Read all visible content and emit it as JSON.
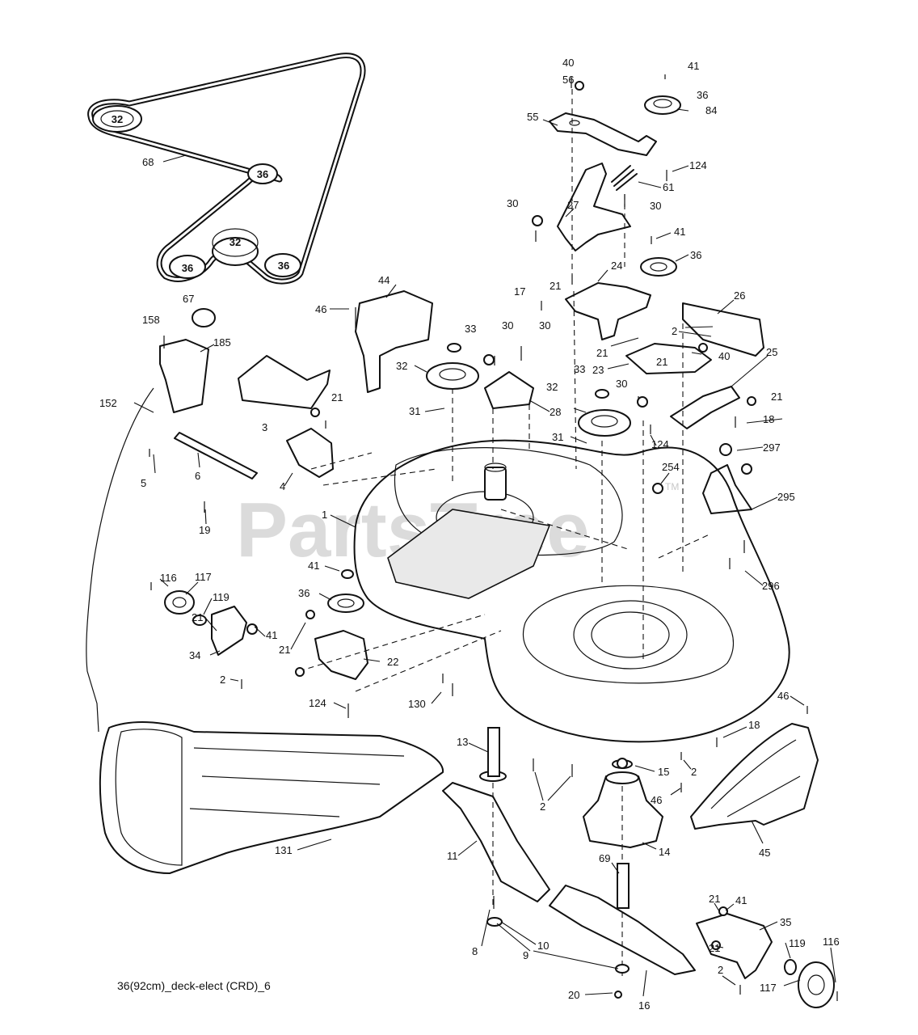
{
  "caption": "36(92cm)_deck-elect (CRD)_6",
  "watermark": {
    "text": "PartsTree",
    "trademark": "TM"
  },
  "belt_pulley_labels": [
    "32",
    "36",
    "32",
    "36",
    "36"
  ],
  "callouts": [
    {
      "id": "c40a",
      "text": "40"
    },
    {
      "id": "c41a",
      "text": "41"
    },
    {
      "id": "c56",
      "text": "56"
    },
    {
      "id": "c36a",
      "text": "36"
    },
    {
      "id": "c84",
      "text": "84"
    },
    {
      "id": "c55",
      "text": "55"
    },
    {
      "id": "c124a",
      "text": "124"
    },
    {
      "id": "c61",
      "text": "61"
    },
    {
      "id": "c30a",
      "text": "30"
    },
    {
      "id": "c27",
      "text": "27"
    },
    {
      "id": "c30b",
      "text": "30"
    },
    {
      "id": "c41b",
      "text": "41"
    },
    {
      "id": "c36b",
      "text": "36"
    },
    {
      "id": "c68",
      "text": "68"
    },
    {
      "id": "c67",
      "text": "67"
    },
    {
      "id": "c44",
      "text": "44"
    },
    {
      "id": "c46a",
      "text": "46"
    },
    {
      "id": "c17",
      "text": "17"
    },
    {
      "id": "c21a",
      "text": "21"
    },
    {
      "id": "c24",
      "text": "24"
    },
    {
      "id": "c26",
      "text": "26"
    },
    {
      "id": "c158",
      "text": "158"
    },
    {
      "id": "c185",
      "text": "185"
    },
    {
      "id": "c33a",
      "text": "33"
    },
    {
      "id": "c30c",
      "text": "30"
    },
    {
      "id": "c30d",
      "text": "30"
    },
    {
      "id": "c2a",
      "text": "2"
    },
    {
      "id": "c21b",
      "text": "21"
    },
    {
      "id": "c40b",
      "text": "40"
    },
    {
      "id": "c23",
      "text": "23"
    },
    {
      "id": "c32a",
      "text": "32"
    },
    {
      "id": "c21c",
      "text": "21"
    },
    {
      "id": "c25",
      "text": "25"
    },
    {
      "id": "c33b",
      "text": "33"
    },
    {
      "id": "c30e",
      "text": "30"
    },
    {
      "id": "c21d",
      "text": "21"
    },
    {
      "id": "c152",
      "text": "152"
    },
    {
      "id": "c3",
      "text": "3"
    },
    {
      "id": "c21e",
      "text": "21"
    },
    {
      "id": "c31a",
      "text": "31"
    },
    {
      "id": "c28",
      "text": "28"
    },
    {
      "id": "c32b",
      "text": "32"
    },
    {
      "id": "c18a",
      "text": "18"
    },
    {
      "id": "c31b",
      "text": "31"
    },
    {
      "id": "c124b",
      "text": "124"
    },
    {
      "id": "c297",
      "text": "297"
    },
    {
      "id": "c5",
      "text": "5"
    },
    {
      "id": "c6",
      "text": "6"
    },
    {
      "id": "c4",
      "text": "4"
    },
    {
      "id": "c254",
      "text": "254"
    },
    {
      "id": "c295",
      "text": "295"
    },
    {
      "id": "c19",
      "text": "19"
    },
    {
      "id": "c1",
      "text": "1"
    },
    {
      "id": "c296",
      "text": "296"
    },
    {
      "id": "c41c",
      "text": "41"
    },
    {
      "id": "c116a",
      "text": "116"
    },
    {
      "id": "c117a",
      "text": "117"
    },
    {
      "id": "c119a",
      "text": "119"
    },
    {
      "id": "c36c",
      "text": "36"
    },
    {
      "id": "c21f",
      "text": "21"
    },
    {
      "id": "c41d",
      "text": "41"
    },
    {
      "id": "c34",
      "text": "34"
    },
    {
      "id": "c21g",
      "text": "21"
    },
    {
      "id": "c22",
      "text": "22"
    },
    {
      "id": "c2b",
      "text": "2"
    },
    {
      "id": "c124c",
      "text": "124"
    },
    {
      "id": "c130",
      "text": "130"
    },
    {
      "id": "c46b",
      "text": "46"
    },
    {
      "id": "c18b",
      "text": "18"
    },
    {
      "id": "c13",
      "text": "13"
    },
    {
      "id": "c15",
      "text": "15"
    },
    {
      "id": "c2c",
      "text": "2"
    },
    {
      "id": "c2d",
      "text": "2"
    },
    {
      "id": "c46c",
      "text": "46"
    },
    {
      "id": "c131",
      "text": "131"
    },
    {
      "id": "c11",
      "text": "11"
    },
    {
      "id": "c14",
      "text": "14"
    },
    {
      "id": "c45",
      "text": "45"
    },
    {
      "id": "c69",
      "text": "69"
    },
    {
      "id": "c21h",
      "text": "21"
    },
    {
      "id": "c41e",
      "text": "41"
    },
    {
      "id": "c35",
      "text": "35"
    },
    {
      "id": "c10",
      "text": "10"
    },
    {
      "id": "c21i",
      "text": "21"
    },
    {
      "id": "c119b",
      "text": "119"
    },
    {
      "id": "c116b",
      "text": "116"
    },
    {
      "id": "c8",
      "text": "8"
    },
    {
      "id": "c9",
      "text": "9"
    },
    {
      "id": "c2e",
      "text": "2"
    },
    {
      "id": "c117b",
      "text": "117"
    },
    {
      "id": "c20",
      "text": "20"
    },
    {
      "id": "c16",
      "text": "16"
    }
  ]
}
